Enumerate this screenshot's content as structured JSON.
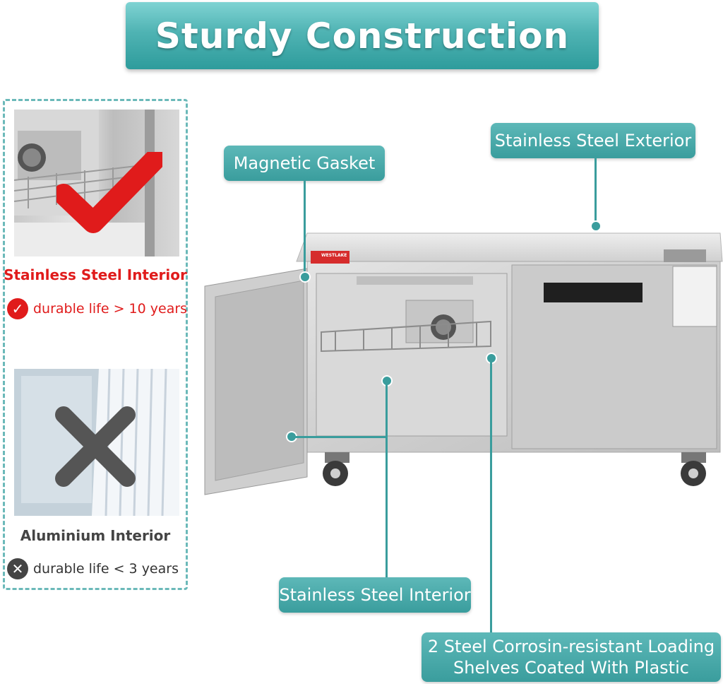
{
  "header": {
    "title": "Sturdy Construction"
  },
  "comparison": {
    "good": {
      "title": "Stainless Steel Interior",
      "life": "durable life > 10 years",
      "icon": "check-icon",
      "color": "#e01b1b"
    },
    "bad": {
      "title": "Aluminium Interior",
      "life": "durable life < 3 years",
      "icon": "x-icon",
      "color": "#444444"
    }
  },
  "callouts": {
    "exterior": "Stainless Steel Exterior",
    "gasket": "Magnetic Gasket",
    "interior": "Stainless Steel Interior",
    "shelves_line1": "2 Steel Corrosin-resistant Loading",
    "shelves_line2": "Shelves Coated With Plastic"
  },
  "product": {
    "brand": "WESTLAKE"
  },
  "colors": {
    "accent": "#3a9d9d",
    "good": "#e01b1b",
    "neutral": "#444444"
  }
}
